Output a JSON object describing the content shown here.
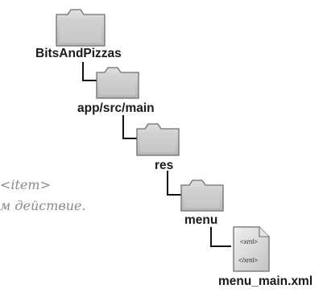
{
  "tree": {
    "root": {
      "label": "BitsAndPizzas",
      "icon": "folder-icon"
    },
    "level1": {
      "label": "app/src/main",
      "icon": "folder-icon"
    },
    "level2": {
      "label": "res",
      "icon": "folder-icon"
    },
    "level3": {
      "label": "menu",
      "icon": "folder-icon"
    },
    "file": {
      "label": "menu_main.xml",
      "icon": "xml-file-icon",
      "tag_open": "<xml>",
      "tag_close": "</xml>"
    }
  },
  "note": {
    "line1": "<item>",
    "line2": "м действие."
  },
  "colors": {
    "folder_fill": "#c9c9c9",
    "folder_stroke": "#6e6e6e",
    "connector": "#111111",
    "note_text": "#8a8a8a"
  }
}
